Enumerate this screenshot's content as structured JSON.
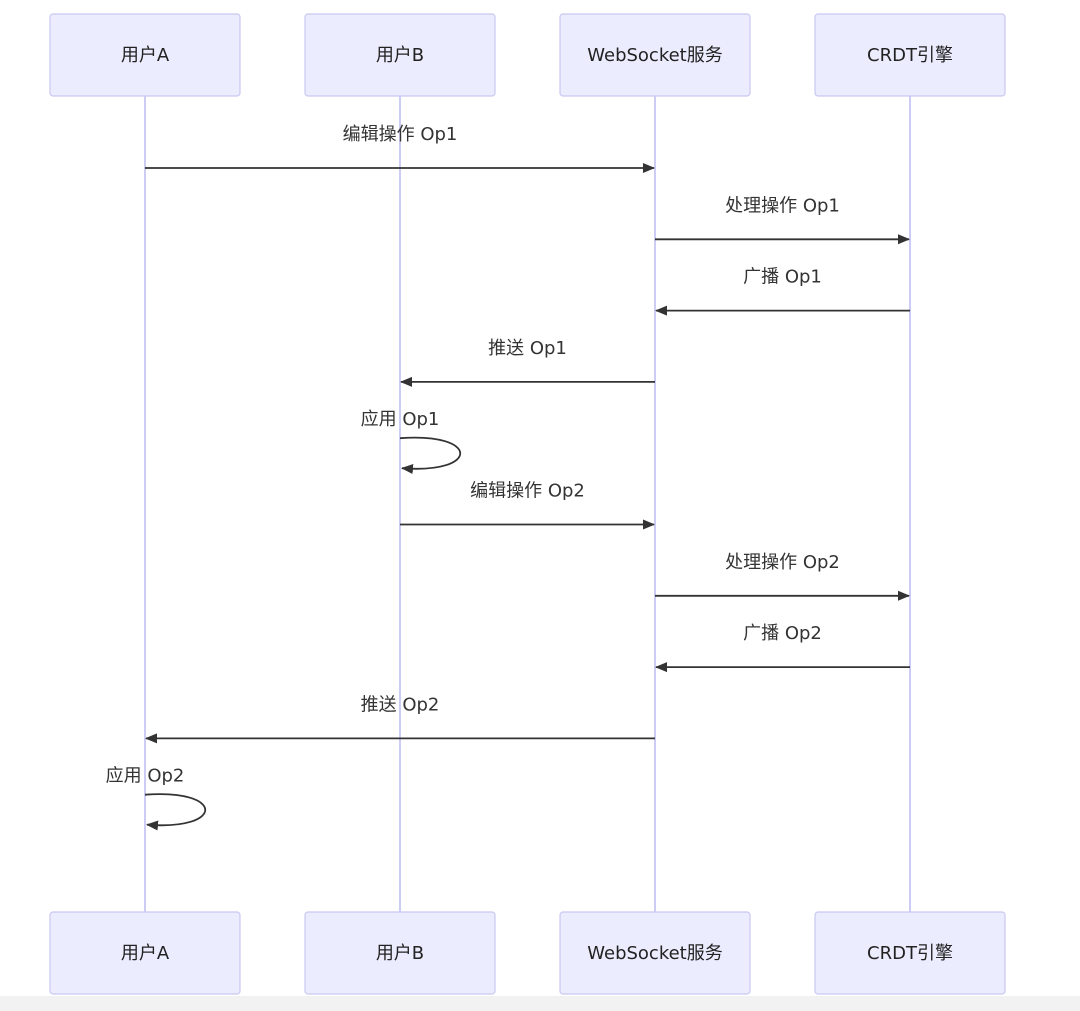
{
  "diagram": {
    "participants": [
      {
        "id": "userA",
        "label": "用户A"
      },
      {
        "id": "userB",
        "label": "用户B"
      },
      {
        "id": "ws",
        "label": "WebSocket服务"
      },
      {
        "id": "crdt",
        "label": "CRDT引擎"
      }
    ],
    "messages": [
      {
        "from": "userA",
        "to": "ws",
        "label": "编辑操作 Op1"
      },
      {
        "from": "ws",
        "to": "crdt",
        "label": "处理操作 Op1"
      },
      {
        "from": "crdt",
        "to": "ws",
        "label": "广播 Op1"
      },
      {
        "from": "ws",
        "to": "userB",
        "label": "推送 Op1"
      },
      {
        "from": "userB",
        "to": "userB",
        "label": "应用 Op1"
      },
      {
        "from": "userB",
        "to": "ws",
        "label": "编辑操作 Op2"
      },
      {
        "from": "ws",
        "to": "crdt",
        "label": "处理操作 Op2"
      },
      {
        "from": "crdt",
        "to": "ws",
        "label": "广播 Op2"
      },
      {
        "from": "ws",
        "to": "userA",
        "label": "推送 Op2"
      },
      {
        "from": "userA",
        "to": "userA",
        "label": "应用 Op2"
      }
    ]
  },
  "colors": {
    "actor_fill": "#ececff",
    "actor_stroke": "#c9c7f0",
    "lifeline": "#cdccf5",
    "line": "#333333",
    "text": "#222222"
  }
}
